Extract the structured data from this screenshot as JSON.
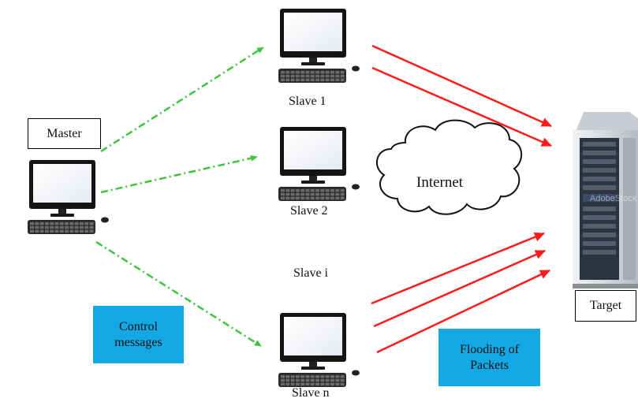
{
  "nodes": {
    "master": "Master",
    "slave1": "Slave 1",
    "slave2": "Slave 2",
    "slave_i": "Slave i",
    "slave_n": "Slave n",
    "internet": "Internet",
    "target": "Target"
  },
  "notes": {
    "control_line1": "Control",
    "control_line2": "messages",
    "flood_line1": "Flooding of",
    "flood_line2": "Packets"
  },
  "watermark": "AdobeStock",
  "colors": {
    "control_arrow": "#3fc43f",
    "flood_arrow": "#ff1a1a",
    "note_box": "#13a7e3"
  }
}
